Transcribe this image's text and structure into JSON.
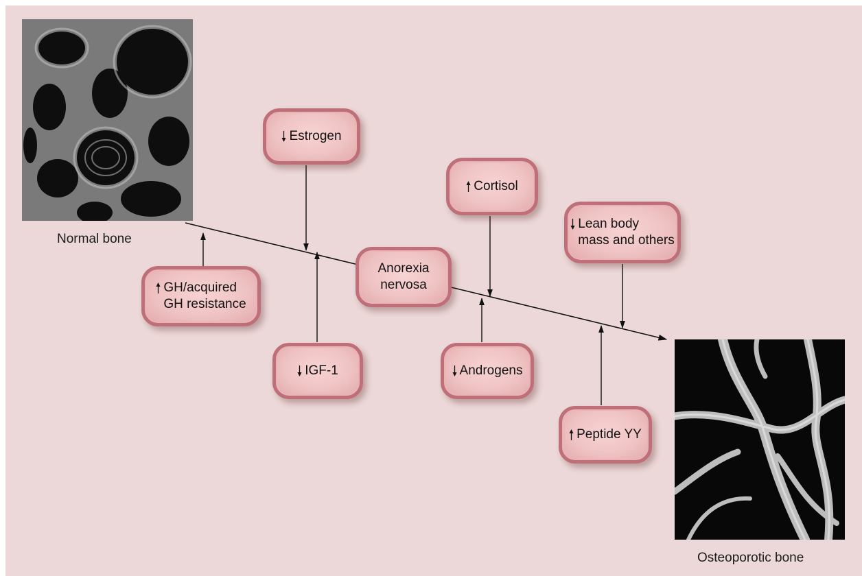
{
  "diagram": {
    "background_color": "#ecd8d8",
    "center": {
      "label": "Anorexia\nnervosa"
    },
    "factors": [
      {
        "id": "estrogen",
        "direction": "down",
        "label": "Estrogen",
        "effect": "down"
      },
      {
        "id": "gh",
        "direction": "up",
        "label": "GH/acquired\nGH resistance",
        "effect": "up"
      },
      {
        "id": "igf1",
        "direction": "down",
        "label": "IGF-1",
        "effect": "up"
      },
      {
        "id": "cortisol",
        "direction": "up",
        "label": "Cortisol",
        "effect": "down"
      },
      {
        "id": "androgens",
        "direction": "down",
        "label": "Androgens",
        "effect": "up"
      },
      {
        "id": "lean-body-mass",
        "direction": "down",
        "label": "Lean body\nmass and others",
        "effect": "down"
      },
      {
        "id": "peptide-yy",
        "direction": "up",
        "label": "Peptide YY",
        "effect": "up"
      }
    ],
    "images": {
      "normal_bone": {
        "caption": "Normal bone"
      },
      "osteoporotic_bone": {
        "caption": "Osteoporotic bone"
      }
    }
  }
}
